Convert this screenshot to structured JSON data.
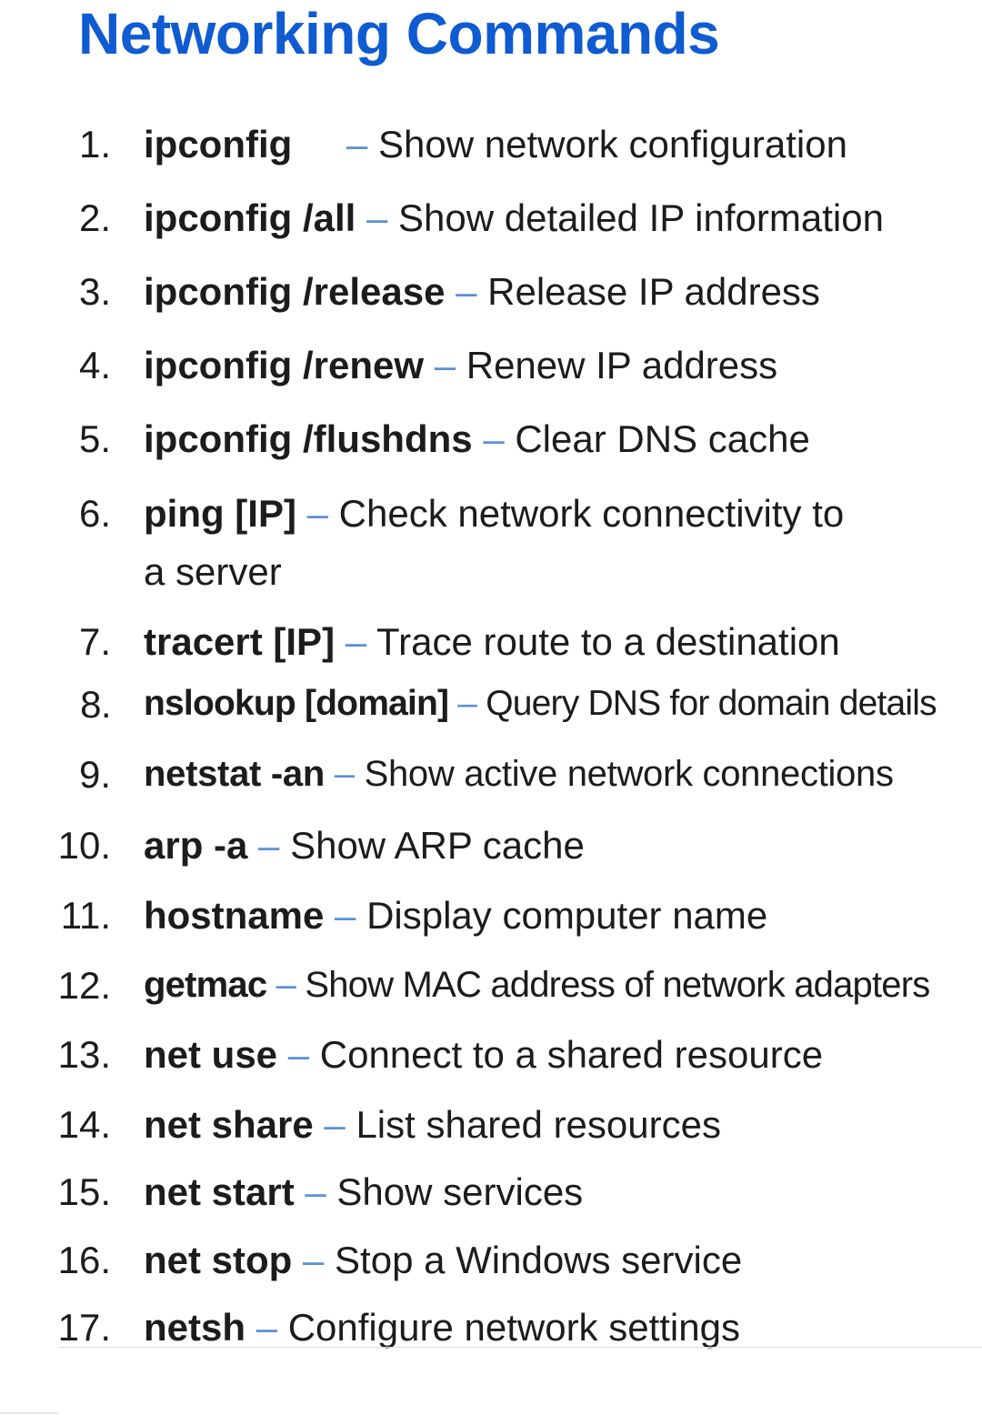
{
  "title": "Networking Commands",
  "separator": "–",
  "commands": [
    {
      "num": "1.",
      "cmd": "ipconfig",
      "desc": "Show network configuration"
    },
    {
      "num": "2.",
      "cmd": "ipconfig /all",
      "desc": "Show detailed IP information"
    },
    {
      "num": "3.",
      "cmd": "ipconfig /release",
      "desc": "Release IP address"
    },
    {
      "num": "4.",
      "cmd": "ipconfig /renew",
      "desc": "Renew IP address"
    },
    {
      "num": "5.",
      "cmd": "ipconfig /flushdns",
      "desc": "Clear DNS cache"
    },
    {
      "num": "6.",
      "cmd": "ping [IP]",
      "desc": "Check network connectivity to",
      "desc_cont": "a server"
    },
    {
      "num": "7.",
      "cmd": "tracert [IP]",
      "desc": "Trace route to a destination"
    },
    {
      "num": "8.",
      "cmd": "nslookup [domain]",
      "desc": "Query DNS for domain details"
    },
    {
      "num": "9.",
      "cmd": "netstat -an",
      "desc": "Show active network connections"
    },
    {
      "num": "10.",
      "cmd": "arp -a",
      "desc": "Show ARP cache"
    },
    {
      "num": "11.",
      "cmd": "hostname",
      "desc": "Display computer name"
    },
    {
      "num": "12.",
      "cmd": "getmac",
      "desc": "Show MAC address of network adapters"
    },
    {
      "num": "13.",
      "cmd": "net use",
      "desc": "Connect to a shared resource"
    },
    {
      "num": "14.",
      "cmd": "net share",
      "desc": "List shared resources"
    },
    {
      "num": "15.",
      "cmd": "net start",
      "desc": "Show services"
    },
    {
      "num": "16.",
      "cmd": "net stop",
      "desc": "Stop a Windows service"
    },
    {
      "num": "17.",
      "cmd": "netsh",
      "desc": "Configure network settings"
    }
  ]
}
